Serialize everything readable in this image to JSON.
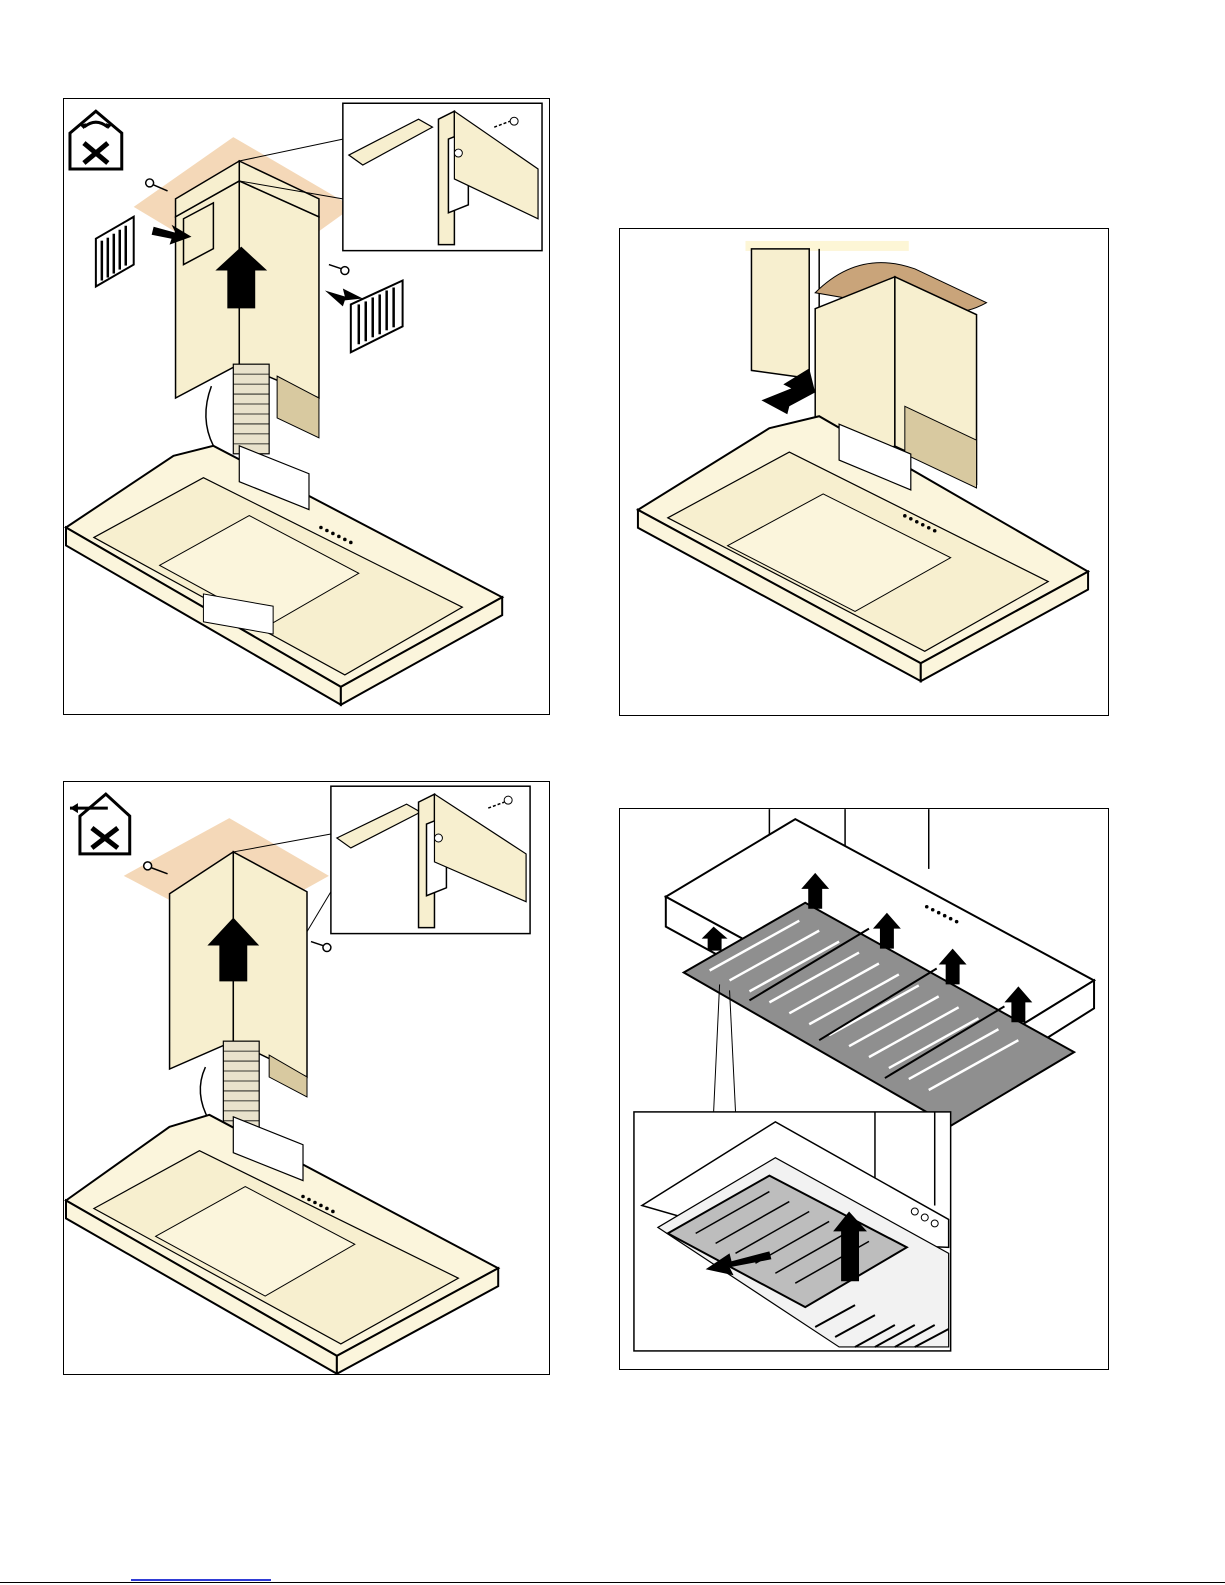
{
  "colors": {
    "hood_fill": "#fbf5dc",
    "ceiling_fill": "#f4d8b8",
    "chimney_fill": "#f7efcf",
    "outline": "#000000",
    "footer_link": "#2f3bd6"
  },
  "panels": [
    {
      "id": "p1",
      "icons": [
        "exhaust-mode-icon",
        "tools-icon"
      ],
      "arrows": [
        "up-arrow",
        "right-arrow",
        "left-arrow"
      ]
    },
    {
      "id": "p2",
      "icons": [],
      "arrows": [
        "down-left-arrow"
      ]
    },
    {
      "id": "p3",
      "icons": [
        "recirculation-mode-icon",
        "tools-icon"
      ],
      "arrows": [
        "up-arrow"
      ]
    },
    {
      "id": "p4",
      "icons": [],
      "arrows": [
        "up-arrow",
        "up-arrow",
        "up-arrow",
        "up-arrow",
        "up-arrow",
        "down-left-arrow",
        "up-arrow"
      ]
    }
  ]
}
